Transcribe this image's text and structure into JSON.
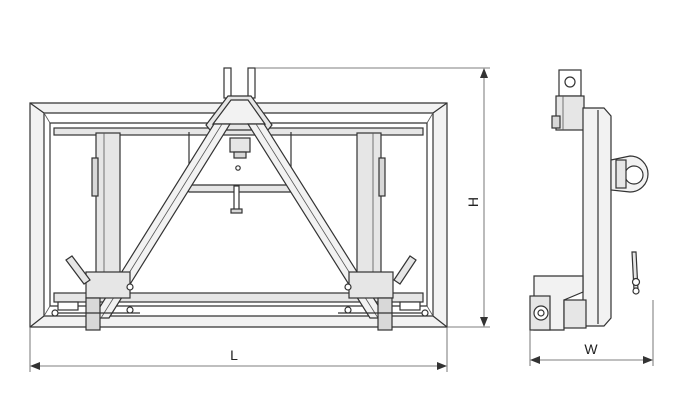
{
  "dimensions": {
    "length_label": "L",
    "height_label": "H",
    "width_label": "W"
  },
  "colors": {
    "line": "#333333",
    "frame_fill": "#f2f2f2",
    "background": "#ffffff"
  }
}
